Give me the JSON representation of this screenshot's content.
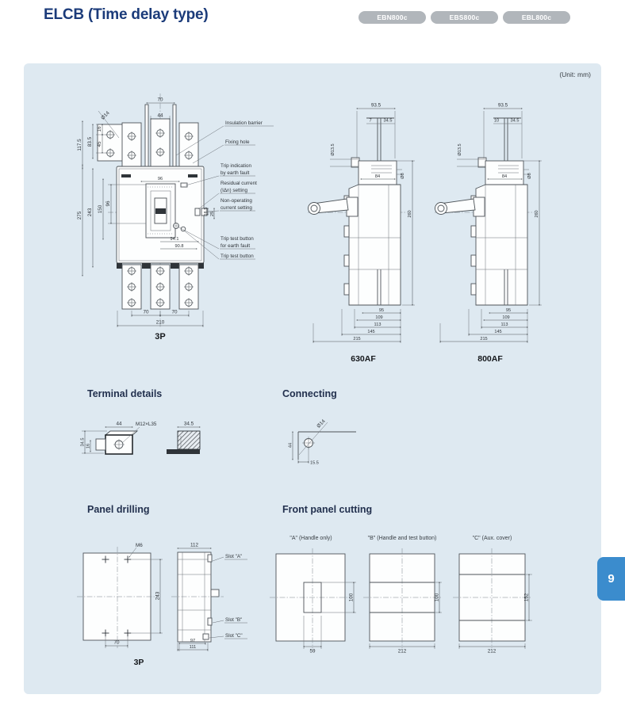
{
  "header": {
    "title": "ELCB (Time delay type)",
    "models": [
      {
        "label": "EBN800c"
      },
      {
        "label": "EBS800c"
      },
      {
        "label": "EBL800c"
      }
    ]
  },
  "panel": {
    "unit_note": "(Unit: mm)",
    "page_tab": "9"
  },
  "front_view": {
    "caption": "3P",
    "dim_70_top": "70",
    "dim_44": "44",
    "dia_14": "Ø14",
    "dim_16": "16",
    "dim_45": "45",
    "dim_83_5": "83.5",
    "dim_117_5": "117.5",
    "dim_275": "275",
    "dim_243": "243",
    "dim_150": "150",
    "dim_96": "96",
    "dim_face_96": "96",
    "dim_94_1": "94.1",
    "dim_90_8": "90.8",
    "dim_16_5": "16.5",
    "dim_25": "25",
    "dim_70_left": "70",
    "dim_70_right": "70",
    "dim_210": "210",
    "label_insulation_barrier": "Insulation barrier",
    "label_fixing_hole": "Fixing hole",
    "label_trip_indication_1": "Trip indication",
    "label_trip_indication_2": "by earth fault",
    "label_residual_1": "Residual current",
    "label_residual_2": "(IΔn) setting",
    "label_non_operating_1": "Non-operating",
    "label_non_operating_2": "current setting",
    "label_trip_test_earth_1": "Trip test button",
    "label_trip_test_earth_2": "for earth fault",
    "label_trip_test": "Trip test button"
  },
  "side_view_630": {
    "caption": "630AF",
    "dim_93_5": "93.5",
    "dim_handle": "7",
    "dim_34_5": "34.5",
    "dia_13_5": "Ø13.5",
    "dim_84": "84",
    "dia_8": "Ø8",
    "dim_260": "260",
    "dim_95": "95",
    "dim_109": "109",
    "dim_113": "113",
    "dim_145": "145",
    "dim_215": "215"
  },
  "side_view_800": {
    "caption": "800AF",
    "dim_93_5": "93.5",
    "dim_handle": "10",
    "dim_34_5": "34.5",
    "dia_13_5": "Ø13.5",
    "dim_84": "84",
    "dia_8": "Ø8",
    "dim_260": "260",
    "dim_95": "95",
    "dim_109": "109",
    "dim_113": "113",
    "dim_145": "145",
    "dim_215": "215"
  },
  "terminal_details": {
    "heading": "Terminal details",
    "dim_44": "44",
    "screw": "M12×L35",
    "dim_34_5_left": "34.5",
    "dim_16": "16",
    "dim_34_5_right": "34.5"
  },
  "connecting": {
    "heading": "Connecting",
    "dim_44": "44",
    "dia_14": "Ø14",
    "dim_15_5": "15.5"
  },
  "panel_drilling": {
    "heading": "Panel drilling",
    "caption": "3P",
    "m6": "M6",
    "dim_243": "243",
    "dim_70": "70",
    "dim_112": "112",
    "slot_a": "Slot \"A\"",
    "slot_b": "Slot \"B\"",
    "slot_c": "Slot \"C\"",
    "dim_97": "97",
    "dim_111": "111"
  },
  "front_panel_cutting": {
    "heading": "Front panel cutting",
    "fig_a": {
      "caption": "\"A\" (Handle only)",
      "dim_h": "100",
      "dim_w": "59"
    },
    "fig_b": {
      "caption": "\"B\" (Handle and test button)",
      "dim_h": "100",
      "dim_w": "212"
    },
    "fig_c": {
      "caption": "\"C\" (Aux. cover)",
      "dim_h": "152",
      "dim_w": "212"
    }
  },
  "colors": {
    "title_navy": "#1b3b7a",
    "panel_bg": "#dee9f1",
    "chip_gray": "#b1b6bb",
    "page_tab_blue": "#3b8ccd"
  }
}
